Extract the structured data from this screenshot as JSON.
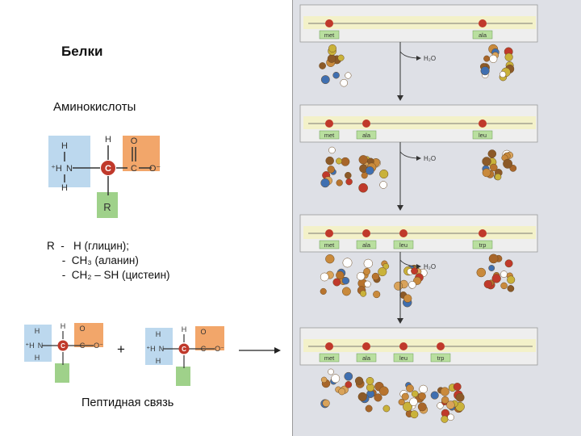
{
  "title": "Белки",
  "subtitle": "Аминокислоты",
  "amino": {
    "h": "H",
    "n": "N",
    "c": "C",
    "o": "O",
    "ominus": "O⁻",
    "nplus": "⁺H",
    "r": "R"
  },
  "r_list": [
    "R  -   H (глицин);",
    "     -  CH₃ (аланин)",
    "     -  CH₂ – SH (цистеин)"
  ],
  "plus": "+",
  "caption": "Пептидная связь",
  "panel": {
    "water": "H₂O",
    "rows": [
      {
        "labels": [
          "met"
        ],
        "right_label": "ala"
      },
      {
        "labels": [
          "met",
          "ala"
        ],
        "right_label": "leu"
      },
      {
        "labels": [
          "met",
          "ala",
          "leu"
        ],
        "right_label": "trp"
      },
      {
        "labels": [
          "met",
          "ala",
          "leu",
          "trp"
        ],
        "right_label": ""
      }
    ]
  },
  "colors": {
    "amino_blue": "#bcd8ee",
    "carboxyl_orange": "#f2a66a",
    "r_green": "#9fd18a",
    "alpha_carbon": "#c0392b",
    "panel_bg": "#dee0e6",
    "band": "#f3f1c9"
  }
}
